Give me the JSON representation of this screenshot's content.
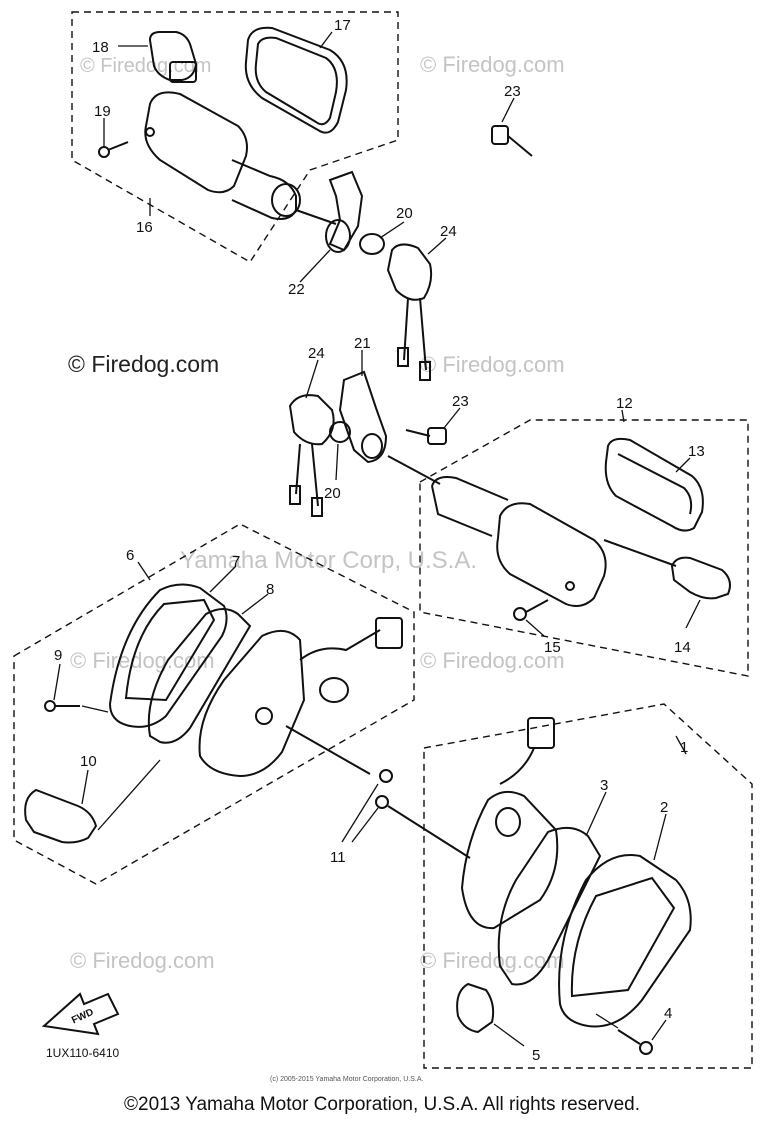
{
  "diagram_code": "1UX110-6410",
  "copyright_footer": "©2013 Yamaha Motor Corporation, U.S.A. All rights reserved.",
  "copyright_fine": "(c) 2005-2015 Yamaha Motor Corporation, U.S.A.",
  "watermarks": {
    "firedog": "© Firedog.com",
    "yamaha": "Yamaha Motor Corp, U.S.A."
  },
  "fwd_label": "FWD",
  "callouts": {
    "c1": "1",
    "c2": "2",
    "c3": "3",
    "c4": "4",
    "c5": "5",
    "c6": "6",
    "c7": "7",
    "c8": "8",
    "c9": "9",
    "c10": "10",
    "c11": "11",
    "c12": "12",
    "c13": "13",
    "c14": "14",
    "c15": "15",
    "c16": "16",
    "c17": "17",
    "c18": "18",
    "c19": "19",
    "c20a": "20",
    "c20b": "20",
    "c21": "21",
    "c22": "22",
    "c23a": "23",
    "c23b": "23",
    "c24a": "24",
    "c24b": "24"
  }
}
